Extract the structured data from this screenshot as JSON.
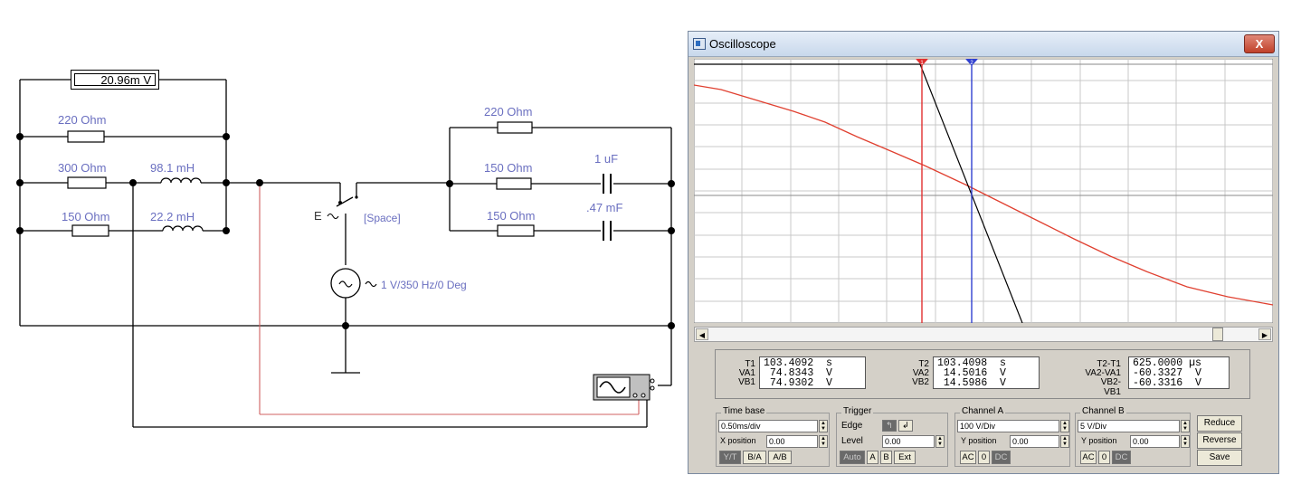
{
  "circuit": {
    "voltmeter_reading": "20.96m",
    "voltmeter_unit": "V",
    "resistors": {
      "r_top": "220 Ohm",
      "r_mid": "300 Ohm",
      "r_bot": "150 Ohm",
      "r_right_top": "220 Ohm",
      "r_right_mid": "150 Ohm",
      "r_right_bot": "150 Ohm"
    },
    "inductors": {
      "l1": "98.1 mH",
      "l2": "22.2 mH"
    },
    "capacitors": {
      "c1": "1 uF",
      "c2": ".47 mF"
    },
    "switch_label": "E",
    "switch_key": "[Space]",
    "source": "1 V/350 Hz/0 Deg"
  },
  "oscilloscope": {
    "title": "Oscilloscope",
    "close_label": "X",
    "cursor1_label": "1",
    "cursor2_label": "2",
    "readout": {
      "t1_label": "T1",
      "t1_value": "103.4092",
      "t1_unit": "s",
      "va1_label": "VA1",
      "va1_value": "74.8343",
      "va1_unit": "V",
      "vb1_label": "VB1",
      "vb1_value": "74.9302",
      "vb1_unit": "V",
      "t2_label": "T2",
      "t2_value": "103.4098",
      "t2_unit": "s",
      "va2_label": "VA2",
      "va2_value": "14.5016",
      "va2_unit": "V",
      "vb2_label": "VB2",
      "vb2_value": "14.5986",
      "vb2_unit": "V",
      "dt_label": "T2-T1",
      "dt_value": "625.0000",
      "dt_unit": "µs",
      "dva_label": "VA2-VA1",
      "dva_value": "-60.3327",
      "dva_unit": "V",
      "dvb_label": "VB2-VB1",
      "dvb_value": "-60.3316",
      "dvb_unit": "V"
    },
    "timebase": {
      "title": "Time base",
      "value": "0.50ms/div",
      "xpos_label": "X position",
      "xpos_value": "0.00",
      "btn_yt": "Y/T",
      "btn_ba": "B/A",
      "btn_ab": "A/B"
    },
    "trigger": {
      "title": "Trigger",
      "edge_label": "Edge",
      "level_label": "Level",
      "level_value": "0.00",
      "btn_auto": "Auto",
      "btn_a": "A",
      "btn_b": "B",
      "btn_ext": "Ext"
    },
    "channel_a": {
      "title": "Channel A",
      "value": "100 V/Div",
      "ypos_label": "Y position",
      "ypos_value": "0.00",
      "btn_ac": "AC",
      "btn_0": "0",
      "btn_dc": "DC"
    },
    "channel_b": {
      "title": "Channel B",
      "value": "5 V/Div",
      "ypos_label": "Y position",
      "ypos_value": "0.00",
      "btn_ac": "AC",
      "btn_0": "0",
      "btn_dc": "DC"
    },
    "side_buttons": {
      "reduce": "Reduce",
      "reverse": "Reverse",
      "save": "Save"
    },
    "colors": {
      "trace_a": "#e04030",
      "trace_b": "#000000",
      "cursor1": "#e03030",
      "cursor2": "#3040d0"
    }
  }
}
